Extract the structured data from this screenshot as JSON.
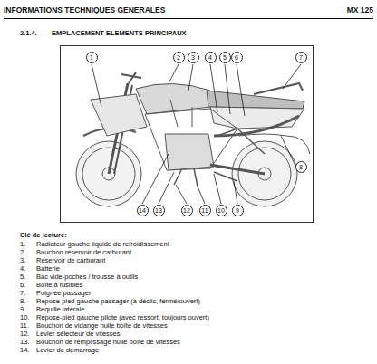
{
  "diagram": {
    "title": "INFORMATIONS TECHNIQUES GENERALES",
    "nodes": [
      {
        "text": [
          "1"
        ]
      },
      {
        "text": [
          "2"
        ]
      },
      {
        "text": [
          "3"
        ]
      },
      {
        "text": [
          "4"
        ]
      },
      {
        "text": [
          "5"
        ]
      },
      {
        "text": [
          "6"
        ]
      },
      {
        "text": [
          "7"
        ]
      },
      {
        "text": [
          "8"
        ]
      },
      {
        "text": [
          "14"
        ]
      },
      {
        "text": [
          "13"
        ]
      },
      {
        "text": [
          "12"
        ]
      },
      {
        "text": [
          "11"
        ]
      },
      {
        "text": [
          "10"
        ]
      },
      {
        "text": [
          "9"
        ]
      }
    ],
    "labels": [
      "MX 125",
      "2.1.4.",
      "EMPLACEMENT ELEMENTS PRINCIPAUX",
      "Clé de lecture:",
      "1.",
      "Radiateur gauche liquide de refroidissement",
      "2.",
      "Bouchon réservoir de carburant",
      "3.",
      "Réservoir de carburant",
      "4.",
      "Batterie",
      "5.",
      "Bac vide-poches / trousse à outils",
      "6.",
      "Boîte à fusibles",
      "7.",
      "Poignée passager",
      "8.",
      "Repose-pied gauche passager (à déclic, fermé/ouvert)",
      "9.",
      "Béquille latérale",
      "10.",
      "Repose-pied gauche pilote (avec ressort, toujours ouvert)",
      "11.",
      "Bouchon de vidange huile boîte de vitesses",
      "12.",
      "Levier sélecteur de vitesses",
      "13.",
      "Bouchon de remplissage huile boîte de vitesses",
      "14.",
      "Levier de démarrage"
    ]
  }
}
